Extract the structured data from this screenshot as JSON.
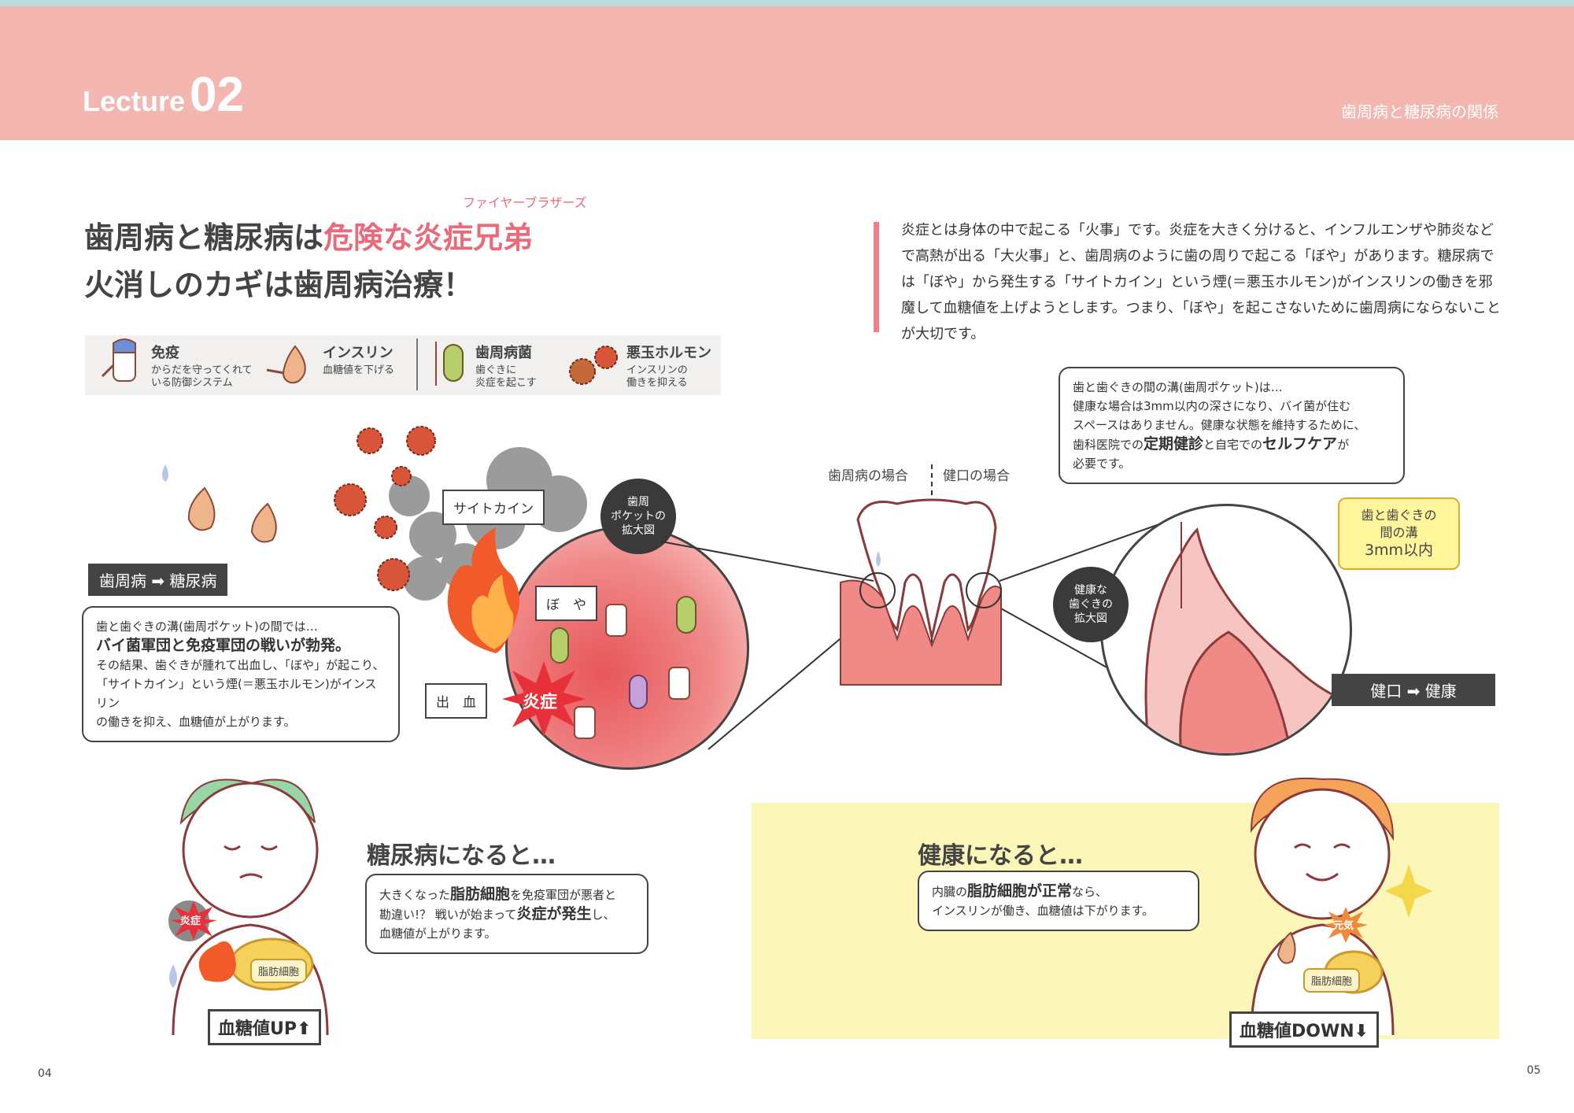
{
  "header": {
    "lecture_word": "Lecture",
    "lecture_number": "02",
    "section_title": "歯周病と糖尿病の関係"
  },
  "headline": {
    "line1_prefix": "歯周病と糖尿病は",
    "line1_emphasis": "危険な炎症兄弟",
    "ruby": "ファイヤーブラザーズ",
    "line2": "火消しのカギは歯周病治療！"
  },
  "intro": "炎症とは身体の中で起こる「火事」です。炎症を大きく分けると、インフルエンザや肺炎などで高熱が出る「大火事」と、歯周病のように歯の周りで起こる「ぼや」があります。糖尿病では「ぼや」から発生する「サイトカイン」という煙(＝悪玉ホルモン)がインスリンの働きを邪魔して血糖値を上げようとします。つまり、「ぼや」を起こさないために歯周病にならないことが大切です。",
  "legend": [
    {
      "title": "免疫",
      "desc1": "からだを守ってくれて",
      "desc2": "いる防御システム"
    },
    {
      "title": "インスリン",
      "desc1": "血糖値を下げる",
      "desc2": ""
    },
    {
      "title": "歯周病菌",
      "desc1": "歯ぐきに",
      "desc2": "炎症を起こす"
    },
    {
      "title": "悪玉ホルモン",
      "desc1": "インスリンの",
      "desc2": "働きを抑える"
    }
  ],
  "left_section": {
    "tag": "歯周病 ➡ 糖尿病",
    "bubble_line1": "歯と歯ぐきの溝(歯周ポケット)の間では…",
    "bubble_line2": "バイ菌軍団と免疫軍団の戦いが勃発。",
    "bubble_line3": "その結果、歯ぐきが腫れて出血し、「ぼや」が起こり、",
    "bubble_line4": "「サイトカイン」という煙(＝悪玉ホルモン)がインスリン",
    "bubble_line5": "の働きを抑え、血糖値が上がります。",
    "label_cytokine": "サイトカイン",
    "label_boya": "ぼ　や",
    "label_bleeding": "出　血",
    "label_inflammation": "炎症",
    "magnify_label1": "歯周",
    "magnify_label2": "ポケットの",
    "magnify_label3": "拡大図"
  },
  "center": {
    "label_perio": "歯周病の場合",
    "label_healthy": "健口の場合"
  },
  "right_section": {
    "bubble_line1": "歯と歯ぐきの間の溝(歯周ポケット)は…",
    "bubble_line2": "健康な場合は3mm以内の深さになり、バイ菌が住む",
    "bubble_line3": "スペースはありません。健康な状態を維持するために、",
    "bubble_line4_pre": "歯科医院での",
    "bubble_line4_b1": "定期健診",
    "bubble_line4_mid": "と自宅での",
    "bubble_line4_b2": "セルフケア",
    "bubble_line4_post": "が",
    "bubble_line5": "必要です。",
    "yellow_line1": "歯と歯ぐきの",
    "yellow_line2": "間の溝",
    "yellow_line3": "3mm以内",
    "magnify_label1": "健康な",
    "magnify_label2": "歯ぐきの",
    "magnify_label3": "拡大図",
    "tag": "健口 ➡ 健康"
  },
  "bottom_left": {
    "heading": "糖尿病になると…",
    "bubble_line1_pre": "大きくなった",
    "bubble_line1_b": "脂肪細胞",
    "bubble_line1_post": "を免疫軍団が悪者と",
    "bubble_line2_pre": "勘違い!？ 戦いが始まって",
    "bubble_line2_b": "炎症が発生",
    "bubble_line2_post": "し、",
    "bubble_line3": "血糖値が上がります。",
    "label_inflammation": "炎症",
    "label_fat": "脂肪細胞",
    "value_tag": "血糖値UP⬆"
  },
  "bottom_right": {
    "heading": "健康になると…",
    "bubble_line1_pre": "内臓の",
    "bubble_line1_b": "脂肪細胞が正常",
    "bubble_line1_post": "なら、",
    "bubble_line2": "インスリンが働き、血糖値は下がります。",
    "label_genki": "元気",
    "label_fat": "脂肪細胞",
    "value_tag": "血糖値DOWN⬇"
  },
  "page_numbers": {
    "left": "04",
    "right": "05"
  },
  "colors": {
    "header_band": "#f3b6b0",
    "accent_pink": "#e86b7b",
    "gum_red": "#e8565a",
    "yellow_panel": "#fcf7b9"
  }
}
